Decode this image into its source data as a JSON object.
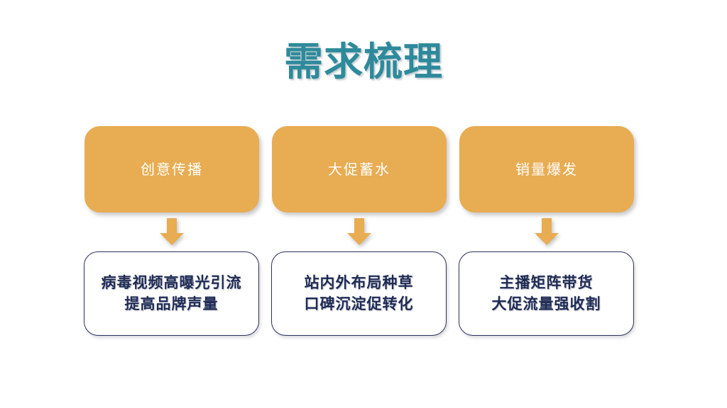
{
  "slide": {
    "title": "需求梳理",
    "background_color": "#FFFFFF",
    "title_color": "#2E8A9B",
    "card_color": "#E8AC52",
    "arrow_color": "#E8AC52",
    "outline_color": "#2A3158",
    "outline_text_color": "#1F2B55"
  },
  "columns": [
    {
      "stage_label": "创意传播",
      "arrow_icon": "arrow-down-icon",
      "detail_lines": "病毒视频高曝光引流\n提高品牌声量"
    },
    {
      "stage_label": "大促蓄水",
      "arrow_icon": "arrow-down-icon",
      "detail_lines": "站内外布局种草\n口碑沉淀促转化"
    },
    {
      "stage_label": "销量爆发",
      "arrow_icon": "arrow-down-icon",
      "detail_lines": "主播矩阵带货\n大促流量强收割"
    }
  ]
}
